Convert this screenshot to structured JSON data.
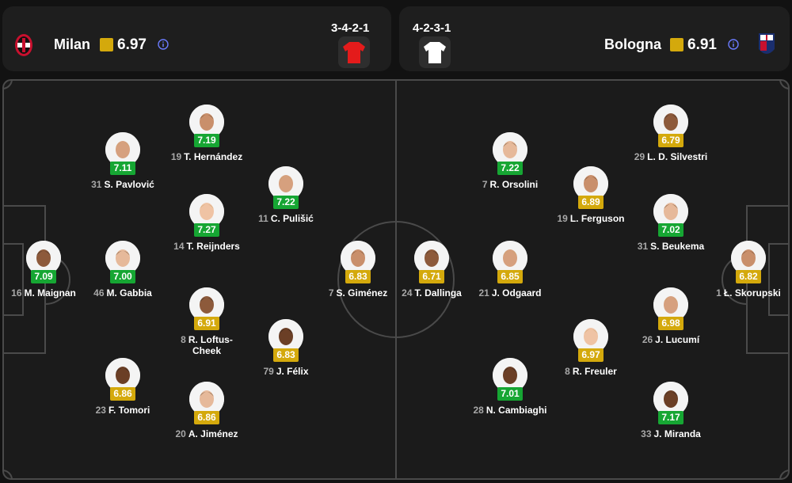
{
  "colors": {
    "green": "#16a633",
    "amber": "#d4a90c",
    "info": "#6b7cff",
    "milan_red": "#e41b1b",
    "pitch_line": "#4a4a4a"
  },
  "home": {
    "name": "Milan",
    "rating": "6.97",
    "formation": "3-4-2-1",
    "crest_icon": "milan-crest-icon",
    "kit_icon": "red-shirt-icon"
  },
  "away": {
    "name": "Bologna",
    "rating": "6.91",
    "formation": "4-2-3-1",
    "crest_icon": "bologna-crest-icon",
    "kit_icon": "white-shirt-icon"
  },
  "home_players": [
    {
      "num": "16",
      "name": "M. Maignan",
      "rating": "7.09",
      "tier": "green"
    },
    {
      "num": "46",
      "name": "M. Gabbia",
      "rating": "7.00",
      "tier": "green"
    },
    {
      "num": "31",
      "name": "S. Pavlović",
      "rating": "7.11",
      "tier": "green"
    },
    {
      "num": "23",
      "name": "F. Tomori",
      "rating": "6.86",
      "tier": "amber"
    },
    {
      "num": "19",
      "name": "T. Hernández",
      "rating": "7.19",
      "tier": "green"
    },
    {
      "num": "14",
      "name": "T. Reijnders",
      "rating": "7.27",
      "tier": "green"
    },
    {
      "num": "8",
      "name": "R. Loftus-Cheek",
      "rating": "6.91",
      "tier": "amber"
    },
    {
      "num": "20",
      "name": "A. Jiménez",
      "rating": "6.86",
      "tier": "amber"
    },
    {
      "num": "11",
      "name": "C. Pulišić",
      "rating": "7.22",
      "tier": "green"
    },
    {
      "num": "79",
      "name": "J. Félix",
      "rating": "6.83",
      "tier": "amber"
    },
    {
      "num": "7",
      "name": "S. Giménez",
      "rating": "6.83",
      "tier": "amber"
    }
  ],
  "away_players": [
    {
      "num": "24",
      "name": "T. Dallinga",
      "rating": "6.71",
      "tier": "amber"
    },
    {
      "num": "7",
      "name": "R. Orsolini",
      "rating": "7.22",
      "tier": "green"
    },
    {
      "num": "21",
      "name": "J. Odgaard",
      "rating": "6.85",
      "tier": "amber"
    },
    {
      "num": "28",
      "name": "N. Cambiaghi",
      "rating": "7.01",
      "tier": "green"
    },
    {
      "num": "19",
      "name": "L. Ferguson",
      "rating": "6.89",
      "tier": "amber"
    },
    {
      "num": "8",
      "name": "R. Freuler",
      "rating": "6.97",
      "tier": "amber"
    },
    {
      "num": "29",
      "name": "L. D. Silvestri",
      "rating": "6.79",
      "tier": "amber"
    },
    {
      "num": "31",
      "name": "S. Beukema",
      "rating": "7.02",
      "tier": "green"
    },
    {
      "num": "26",
      "name": "J. Lucumí",
      "rating": "6.98",
      "tier": "amber"
    },
    {
      "num": "33",
      "name": "J. Miranda",
      "rating": "7.17",
      "tier": "green"
    },
    {
      "num": "1",
      "name": "Ł. Skorupski",
      "rating": "6.82",
      "tier": "amber"
    }
  ]
}
